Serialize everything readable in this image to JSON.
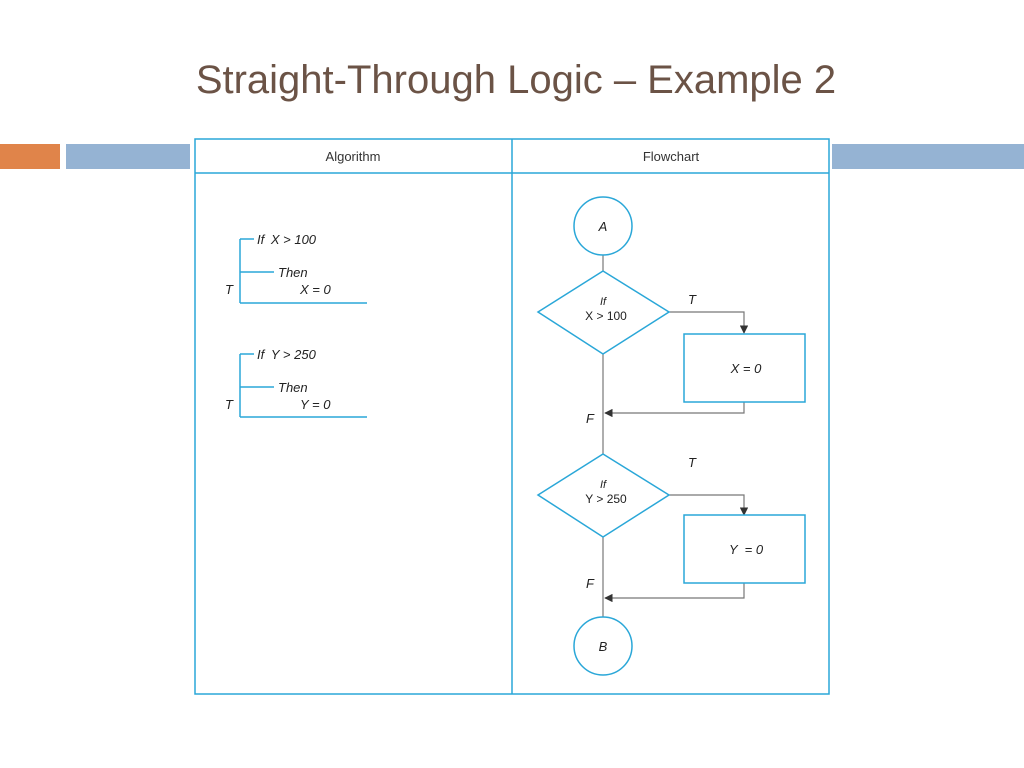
{
  "slide": {
    "title": "Straight-Through Logic – Example 2"
  },
  "colors": {
    "title": "#6b5346",
    "accent_orange": "#e0844a",
    "accent_blue": "#95b3d3",
    "diagram_line": "#2aa7d8"
  },
  "table": {
    "headers": [
      "Algorithm",
      "Flowchart"
    ]
  },
  "algorithm": {
    "blocks": [
      {
        "if_label": "If",
        "condition": "X > 100",
        "then_label": "Then",
        "true_label": "T",
        "action": "X = 0"
      },
      {
        "if_label": "If",
        "condition": "Y > 250",
        "then_label": "Then",
        "true_label": "T",
        "action": "Y = 0"
      }
    ]
  },
  "flowchart": {
    "start_connector": "A",
    "end_connector": "B",
    "decisions": [
      {
        "if_label": "If",
        "condition": "X > 100",
        "true_label": "T",
        "false_label": "F",
        "process": "X = 0"
      },
      {
        "if_label": "If",
        "condition": "Y > 250",
        "true_label": "T",
        "false_label": "F",
        "process": "Y  = 0"
      }
    ]
  }
}
